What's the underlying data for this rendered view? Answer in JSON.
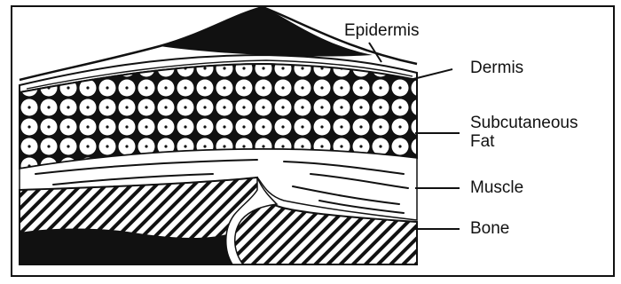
{
  "labels": {
    "epidermis": "Epidermis",
    "dermis": "Dermis",
    "subcutaneous_fat_line1": "Subcutaneous",
    "subcutaneous_fat_line2": "Fat",
    "muscle": "Muscle",
    "bone": "Bone"
  },
  "colors": {
    "ink": "#111111",
    "background": "#ffffff"
  }
}
